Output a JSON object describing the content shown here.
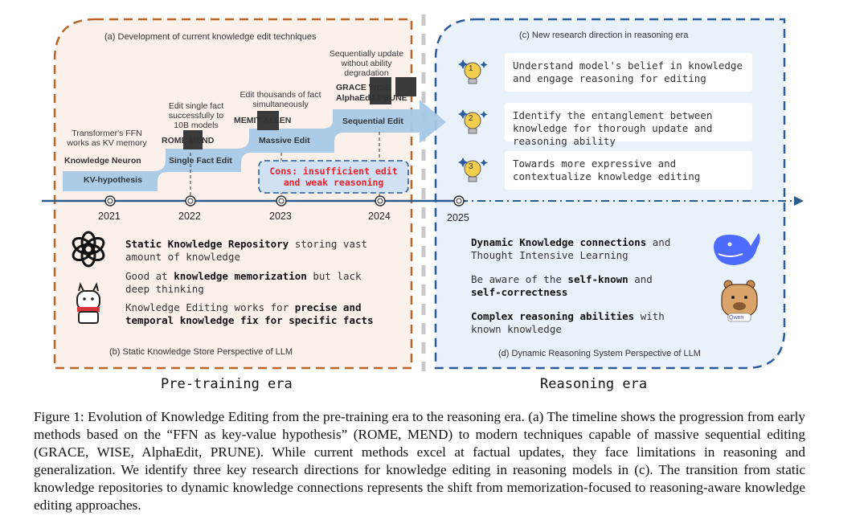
{
  "left_panel": {
    "title_a": "(a)  Development of current knowledge edit techniques",
    "title_b": "(b) Static Knowledge Store Perspective of LLM",
    "stages": [
      {
        "label": "KV-hypothesis",
        "note_line1": "Transformer's FFN",
        "note_line2": "works as KV memory",
        "method": "Knowledge Neuron"
      },
      {
        "label": "Single Fact Edit",
        "note_line1": "Edit single fact",
        "note_line2": "successfully to",
        "note_line3": "10B models",
        "method": "ROME  MEND"
      },
      {
        "label": "Massive Edit",
        "note_line1": "Edit thousands of fact",
        "note_line2": "simultaneously",
        "method": "MEMIT  ALLEN"
      },
      {
        "label": "Sequential Edit",
        "note_line1": "Sequentially update",
        "note_line2": "without ability",
        "note_line3": "degradation",
        "method_line1": "GRACE  WISE",
        "method_line2": "AlphaEdit  PRUNE"
      }
    ],
    "cons_line1": "Cons: insufficient edit",
    "cons_line2": "and weak reasoning",
    "points": [
      {
        "icon": "openai-logo-icon",
        "pre": "",
        "bold": "Static Knowledge Repository",
        "post": " storing vast amount of knowledge"
      },
      {
        "icon": "",
        "pre": "Good at ",
        "bold": "knowledge memorization",
        "post": " but lack deep thinking"
      },
      {
        "icon": "llama-icon",
        "pre": "Knowledge Editing works for ",
        "bold": "precise and temporal knowledge fix for specific facts",
        "post": ""
      }
    ],
    "era": "Pre-training era"
  },
  "timeline": {
    "years": [
      "2021",
      "2022",
      "2023",
      "2024",
      "2025"
    ]
  },
  "right_panel": {
    "title_c": "(c) New research direction in reasoning era",
    "title_d": "(d) Dynamic Reasoning System Perspective of LLM",
    "directions": [
      {
        "num": "1",
        "text": "Understand model's belief in knowledge and engage reasoning for editing"
      },
      {
        "num": "2",
        "text": "Identify the entanglement between knowledge for thorough update and reasoning ability"
      },
      {
        "num": "3",
        "text": "Towards more expressive and contextualize knowledge editing"
      }
    ],
    "points": [
      {
        "pre": "",
        "bold": "Dynamic Knowledge connections",
        "post": " and Thought Intensive Learning"
      },
      {
        "pre": "Be aware of the ",
        "bold": "self-known",
        "mid": " and ",
        "bold2": "self-correctness",
        "post": ""
      },
      {
        "pre": "",
        "bold": "Complex reasoning abilities",
        "post": " with known knowledge"
      }
    ],
    "era": "Reasoning era",
    "logo_text": "Qwen"
  },
  "caption": "Figure 1: Evolution of Knowledge Editing from the pre-training era to the reasoning era. (a) The timeline shows the progression from early methods based on the “FFN as key-value hypothesis” (ROME, MEND) to modern techniques capable of massive sequential editing (GRACE, WISE, AlphaEdit, PRUNE). While current methods excel at factual updates, they face limitations in reasoning and generalization. We identify three key research directions for knowledge editing in reasoning models in (c). The transition from static knowledge repositories to dynamic knowledge connections represents the shift from memorization-focused to reasoning-aware knowledge editing approaches.",
  "colors": {
    "left_border": "#b9652a",
    "left_fill": "#fbf1ea",
    "right_border": "#2a5b9a",
    "right_fill": "#e9f1fa",
    "step_fill": "#a8c8e6",
    "timeline": "#2b5a8f",
    "cons_red": "#e8212d",
    "bulb": "#f3cd4e",
    "whale": "#4d6bfe"
  }
}
